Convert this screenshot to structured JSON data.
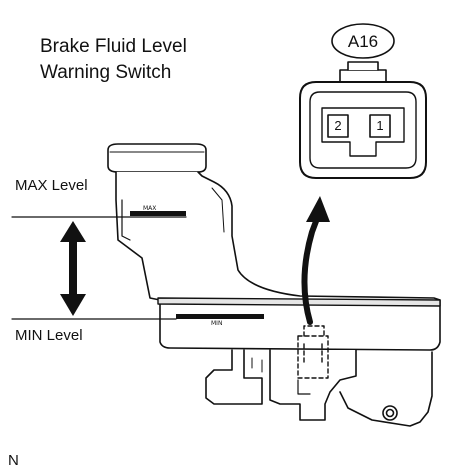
{
  "diagram": {
    "title_line1": "Brake Fluid Level",
    "title_line2": "Warning Switch",
    "max_level_label": "MAX Level",
    "min_level_label": "MIN Level",
    "reservoir_max_mark": "MAX",
    "reservoir_min_mark": "MIN",
    "connector": {
      "id": "A16",
      "pins": [
        "2",
        "1"
      ]
    },
    "corner_note": "N"
  }
}
